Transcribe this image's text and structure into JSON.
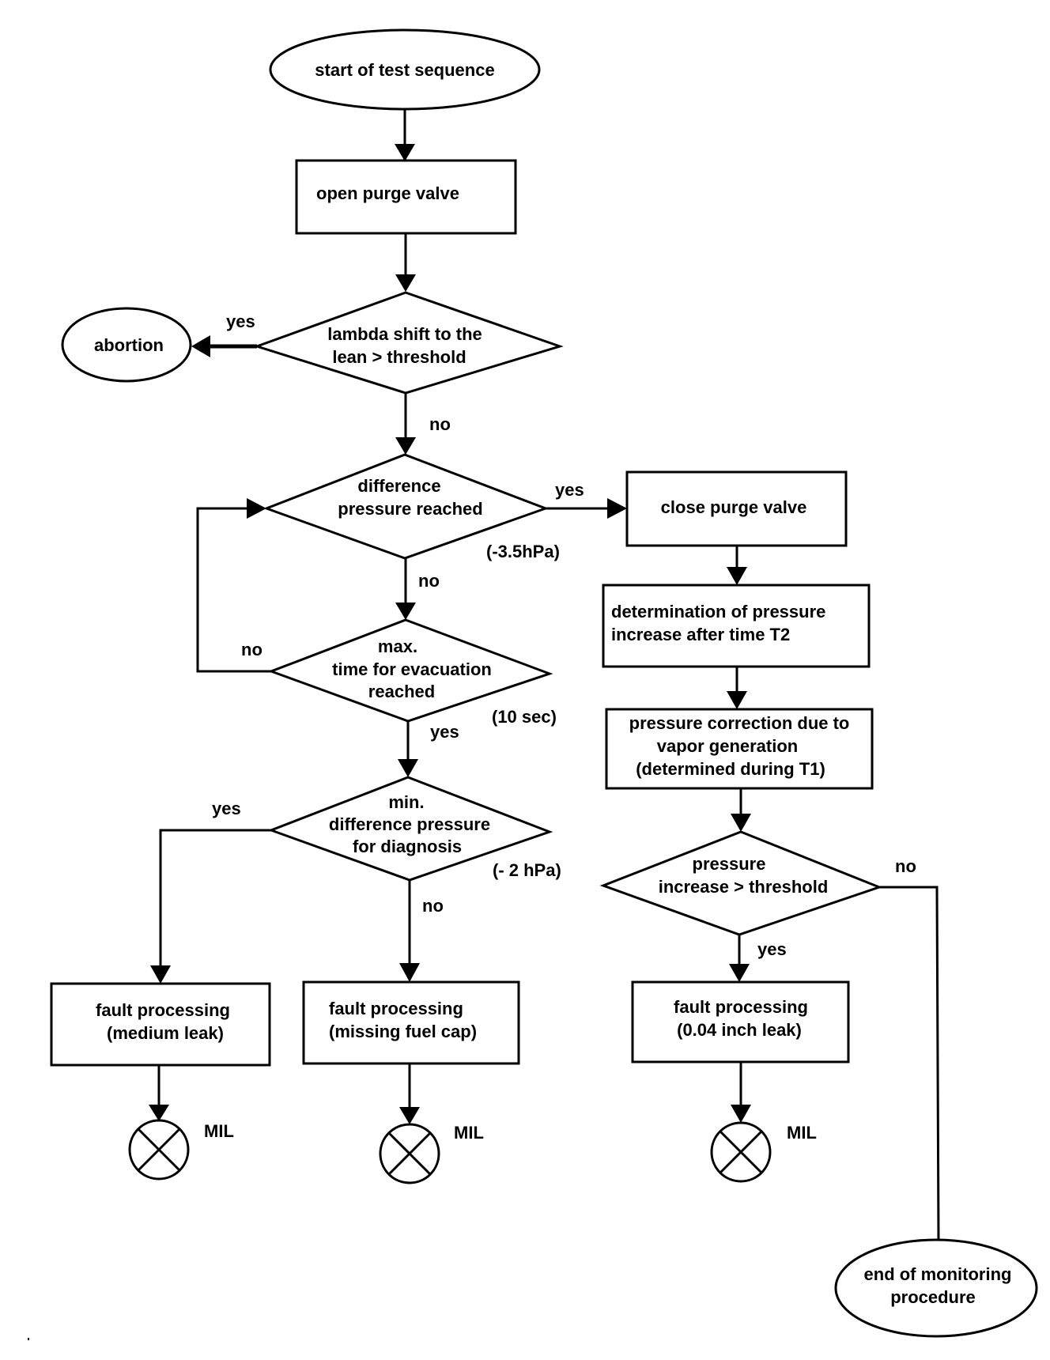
{
  "diagram": {
    "type": "flowchart",
    "nodes": {
      "start": {
        "shape": "ellipse",
        "lines": [
          "start of test sequence"
        ]
      },
      "open_purge": {
        "shape": "rect",
        "lines": [
          "open purge valve"
        ]
      },
      "lambda": {
        "shape": "diamond",
        "lines": [
          "lambda shift to the",
          "lean > threshold"
        ]
      },
      "abortion": {
        "shape": "ellipse",
        "lines": [
          "abortion"
        ]
      },
      "diff_pressure": {
        "shape": "diamond",
        "lines": [
          "difference",
          "pressure reached"
        ],
        "note": "(-3.5hPa)"
      },
      "max_time": {
        "shape": "diamond",
        "lines": [
          "max.",
          "time for evacuation",
          "reached"
        ],
        "note": "(10 sec)"
      },
      "min_diff": {
        "shape": "diamond",
        "lines": [
          "min.",
          "difference pressure",
          "for diagnosis"
        ],
        "note": "(- 2 hPa)"
      },
      "close_purge": {
        "shape": "rect",
        "lines": [
          "close purge valve"
        ]
      },
      "determination": {
        "shape": "rect",
        "lines": [
          "determination of pressure",
          "increase after time T2"
        ]
      },
      "correction": {
        "shape": "rect",
        "lines": [
          "pressure correction due to",
          "vapor generation",
          "(determined during T1)"
        ]
      },
      "pressure_increase": {
        "shape": "diamond",
        "lines": [
          "pressure",
          "increase > threshold"
        ]
      },
      "fault_medium": {
        "shape": "rect",
        "lines": [
          "fault processing",
          "(medium leak)"
        ]
      },
      "fault_fuel_cap": {
        "shape": "rect",
        "lines": [
          "fault processing",
          "(missing fuel cap)"
        ]
      },
      "fault_004": {
        "shape": "rect",
        "lines": [
          "fault processing",
          "(0.04 inch leak)"
        ]
      },
      "mil_1": {
        "shape": "lamp",
        "label": "MIL"
      },
      "mil_2": {
        "shape": "lamp",
        "label": "MIL"
      },
      "mil_3": {
        "shape": "lamp",
        "label": "MIL"
      },
      "end": {
        "shape": "ellipse",
        "lines": [
          "end of monitoring",
          "procedure"
        ]
      }
    },
    "edges": [
      {
        "from": "start",
        "to": "open_purge",
        "label": ""
      },
      {
        "from": "open_purge",
        "to": "lambda",
        "label": ""
      },
      {
        "from": "lambda",
        "to": "abortion",
        "label": "yes"
      },
      {
        "from": "lambda",
        "to": "diff_pressure",
        "label": "no"
      },
      {
        "from": "diff_pressure",
        "to": "close_purge",
        "label": "yes"
      },
      {
        "from": "diff_pressure",
        "to": "max_time",
        "label": "no"
      },
      {
        "from": "max_time",
        "to": "diff_pressure",
        "label": "no"
      },
      {
        "from": "max_time",
        "to": "min_diff",
        "label": "yes"
      },
      {
        "from": "min_diff",
        "to": "fault_medium",
        "label": "yes"
      },
      {
        "from": "min_diff",
        "to": "fault_fuel_cap",
        "label": "no"
      },
      {
        "from": "fault_medium",
        "to": "mil_1",
        "label": ""
      },
      {
        "from": "fault_fuel_cap",
        "to": "mil_2",
        "label": ""
      },
      {
        "from": "close_purge",
        "to": "determination",
        "label": ""
      },
      {
        "from": "determination",
        "to": "correction",
        "label": ""
      },
      {
        "from": "correction",
        "to": "pressure_increase",
        "label": ""
      },
      {
        "from": "pressure_increase",
        "to": "fault_004",
        "label": "yes"
      },
      {
        "from": "pressure_increase",
        "to": "end",
        "label": "no"
      },
      {
        "from": "fault_004",
        "to": "mil_3",
        "label": ""
      }
    ],
    "labels": {
      "yes": "yes",
      "no": "no"
    }
  }
}
